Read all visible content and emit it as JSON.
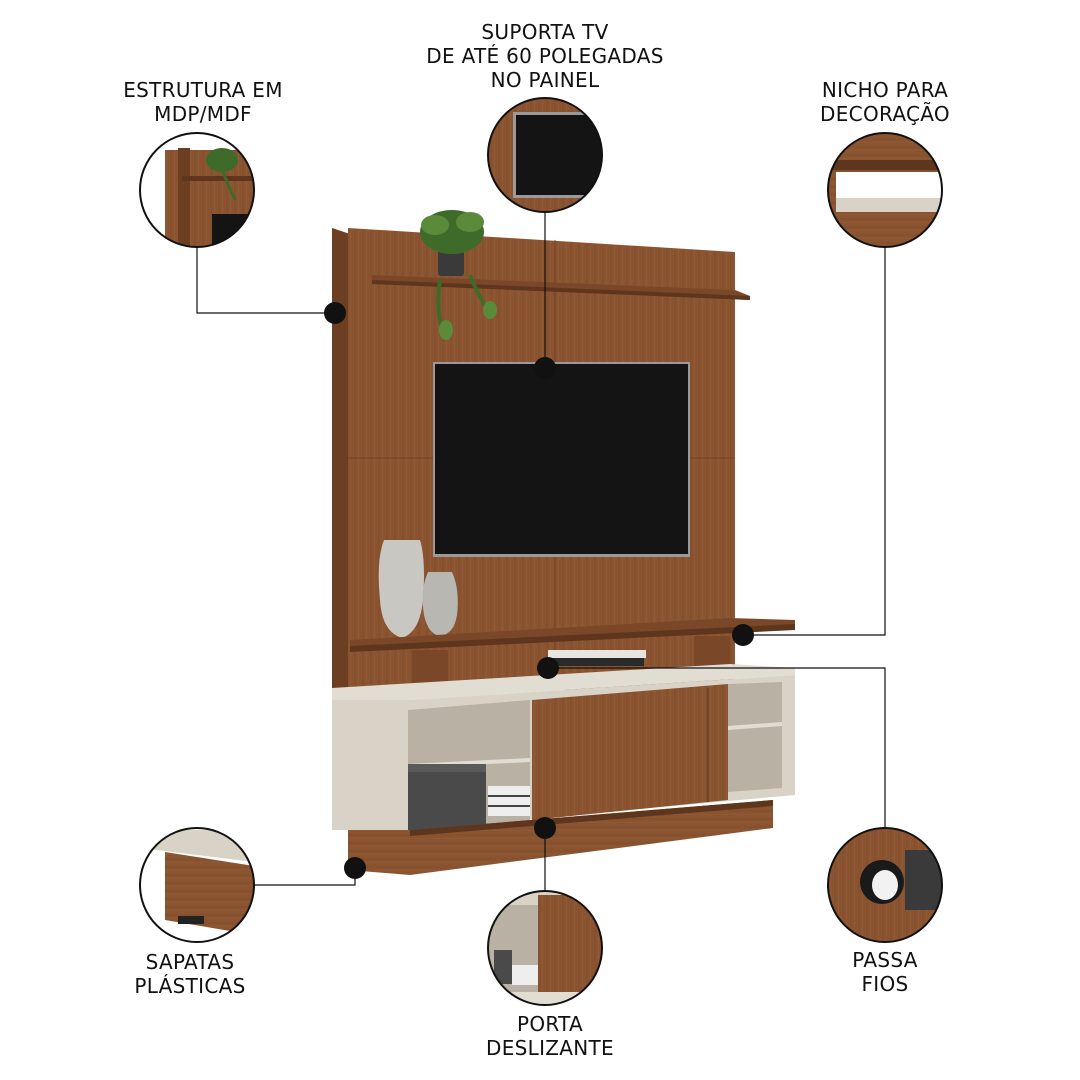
{
  "callouts": {
    "estrutura": [
      "ESTRUTURA EM",
      "MDP/MDF"
    ],
    "suporta_tv": [
      "SUPORTA TV",
      "DE ATÉ 60 POLEGADAS",
      "NO PAINEL"
    ],
    "nicho": [
      "NICHO PARA",
      "DECORAÇÃO"
    ],
    "sapatas": [
      "SAPATAS",
      "PLÁSTICAS"
    ],
    "porta": [
      "PORTA",
      "DESLIZANTE"
    ],
    "passa_fios": [
      "PASSA",
      "FIOS"
    ]
  },
  "colors": {
    "wood": "#8a5430",
    "wood_dark": "#6d3f22",
    "off_white": "#d9d3c7",
    "tv": "#141414",
    "dot": "#111111"
  }
}
